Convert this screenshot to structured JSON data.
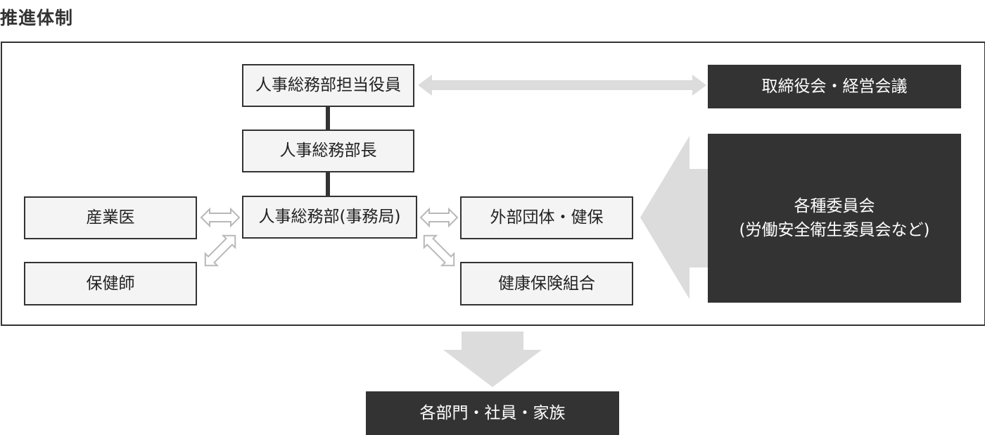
{
  "title": "推進体制",
  "nodes": {
    "officer": "人事総務部担当役員",
    "board": "取締役会・経営会議",
    "gm": "人事総務部長",
    "secretariat": "人事総務部(事務局)",
    "doctor": "産業医",
    "nurse": "保健師",
    "external": "外部団体・健保",
    "insurance": "健康保険組合",
    "committee_line1": "各種委員会",
    "committee_line2": "(労働安全衛生委員会など)",
    "all_staff": "各部門・社員・家族"
  },
  "colors": {
    "dark_box": "#333333",
    "light_box": "#f4f4f4",
    "arrow": "#dddddd",
    "line": "#333333"
  }
}
